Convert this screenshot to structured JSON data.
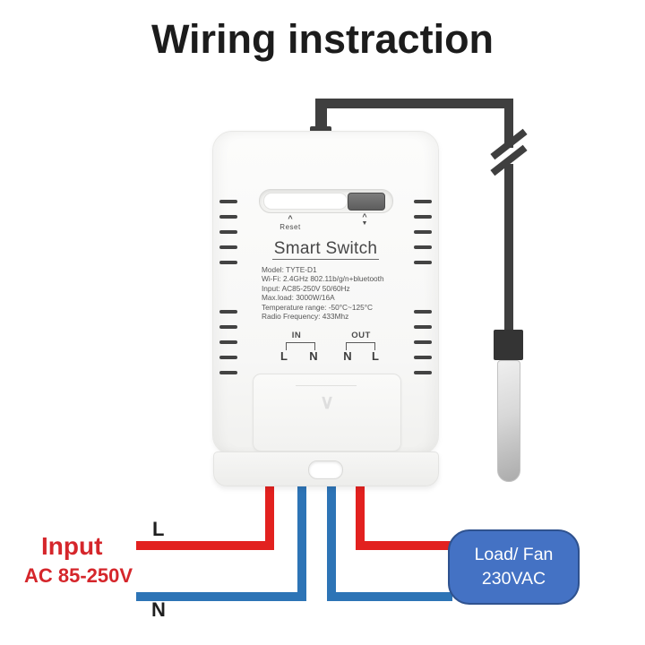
{
  "title": "Wiring instraction",
  "device": {
    "reset_label": "Reset",
    "name": "Smart Switch",
    "specs": [
      "Model: TYTE-D1",
      "Wi-Fi: 2.4GHz 802.11b/g/n+bluetooth",
      "Input: AC85-250V 50/60Hz",
      "Max.load: 3000W/16A",
      "Temperature range: -50°C~125°C",
      "Radio Frequency: 433Mhz"
    ],
    "terminals": {
      "in_label": "IN",
      "in_pins": [
        "L",
        "N"
      ],
      "out_label": "OUT",
      "out_pins": [
        "N",
        "L"
      ]
    }
  },
  "input": {
    "line1": "Input",
    "line2": "AC 85-250V",
    "live_label": "L",
    "neutral_label": "N"
  },
  "load": {
    "line1": "Load/ Fan",
    "line2": "230VAC"
  },
  "icons": {
    "reset_caret": "^",
    "pair_up": "^",
    "pair_down": "▼",
    "cover_chevron": "∨"
  },
  "colors": {
    "live_wire": "#e2211f",
    "neutral_wire": "#2d74b6",
    "sensor_wire": "#3f3f3f",
    "load_box_fill": "#4472c4",
    "load_box_border": "#2f528f",
    "input_label": "#d5262b",
    "title": "#1c1c1c"
  }
}
